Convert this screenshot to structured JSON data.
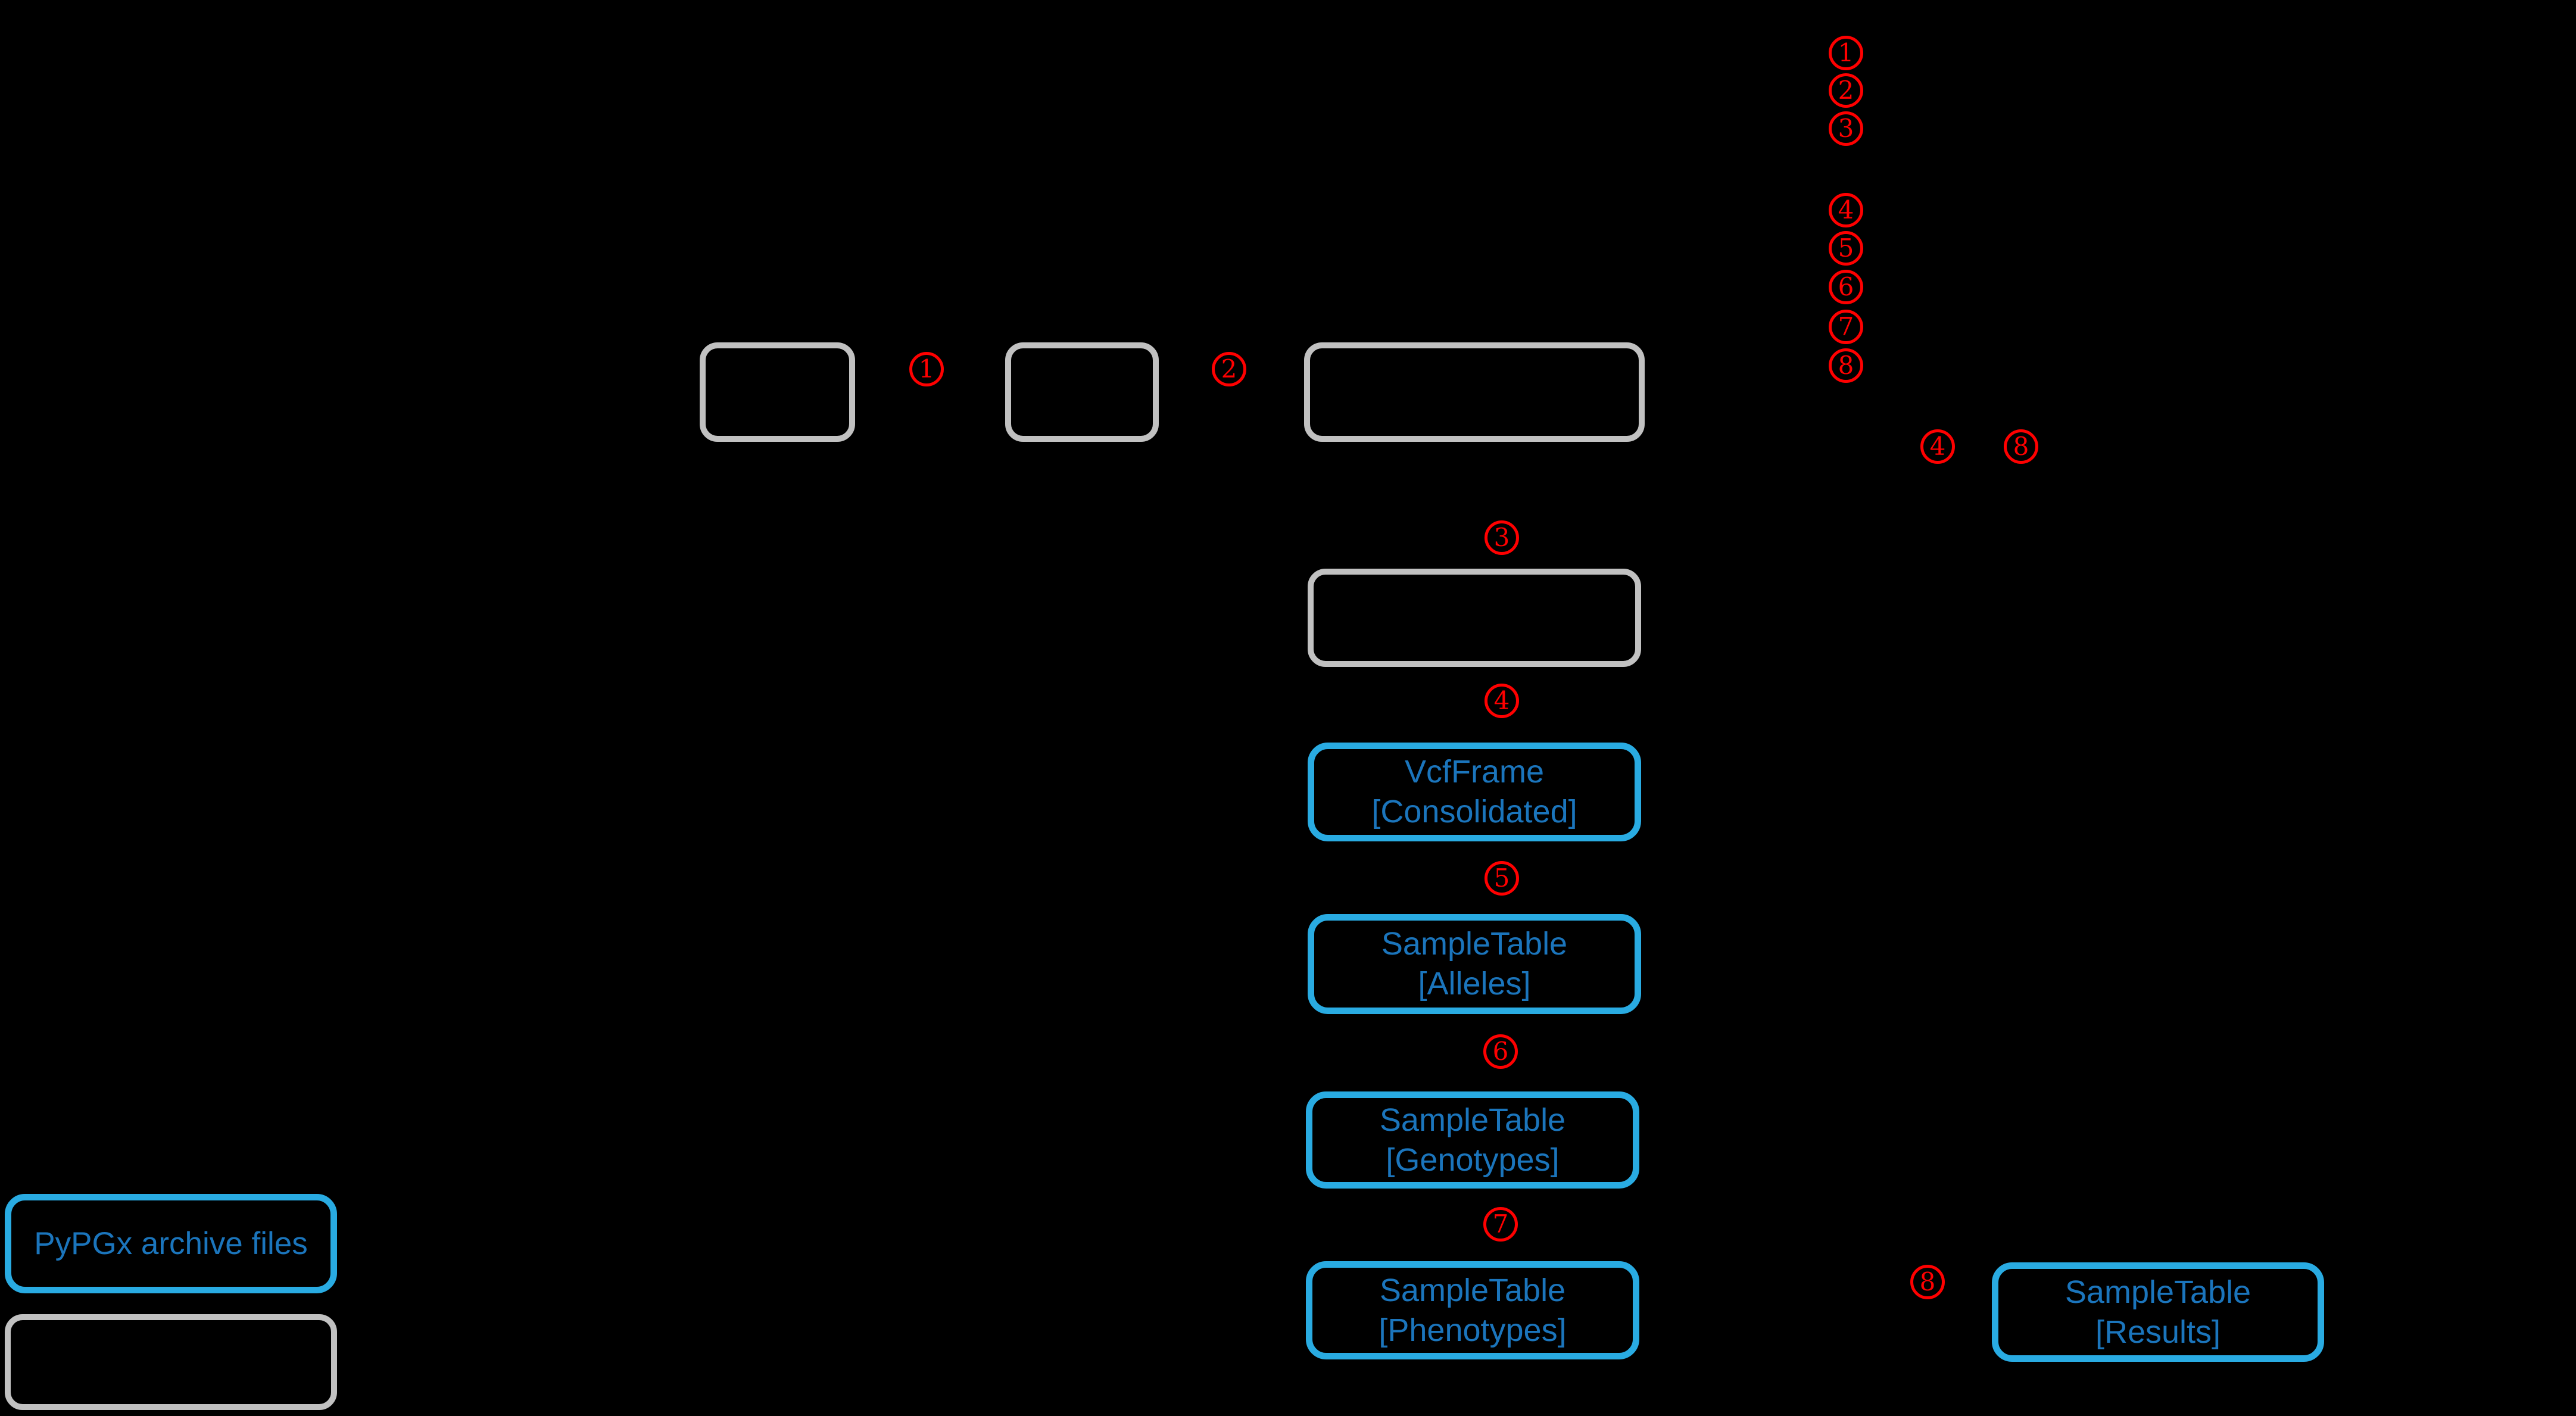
{
  "diagram": {
    "background_color": "#000000",
    "colors": {
      "gray_box_border": "#c1c1c1",
      "blue_box_border": "#29abe2",
      "blue_text": "#1b75bc",
      "step_marker_red": "#ff0000"
    },
    "nodes": {
      "vcf_consolidated": {
        "line1": "VcfFrame",
        "line2": "[Consolidated]"
      },
      "sample_alleles": {
        "line1": "SampleTable",
        "line2": "[Alleles]"
      },
      "sample_genotypes": {
        "line1": "SampleTable",
        "line2": "[Genotypes]"
      },
      "sample_phenotypes": {
        "line1": "SampleTable",
        "line2": "[Phenotypes]"
      },
      "sample_results": {
        "line1": "SampleTable",
        "line2": "[Results]"
      },
      "pypgx_archive": {
        "label": "PyPGx archive files"
      }
    },
    "steps": [
      {
        "n": "1"
      },
      {
        "n": "2"
      },
      {
        "n": "3"
      },
      {
        "n": "4"
      },
      {
        "n": "5"
      },
      {
        "n": "6"
      },
      {
        "n": "7"
      },
      {
        "n": "8"
      },
      {
        "n": "1"
      },
      {
        "n": "2"
      },
      {
        "n": "3"
      },
      {
        "n": "4"
      },
      {
        "n": "5"
      },
      {
        "n": "6"
      },
      {
        "n": "7"
      },
      {
        "n": "4"
      },
      {
        "n": "8"
      },
      {
        "n": "8"
      }
    ]
  }
}
